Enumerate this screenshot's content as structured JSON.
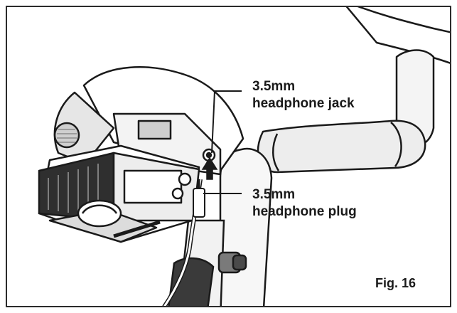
{
  "callouts": {
    "jack_line1": "3.5mm",
    "jack_line2": "headphone jack",
    "plug_line1": "3.5mm",
    "plug_line2": "headphone plug"
  },
  "figure": {
    "label": "Fig. 16"
  },
  "colors": {
    "line": "#1a1a1a",
    "shade": "#6e6e6e",
    "dark": "#2a2a2a",
    "light": "#d9d9d9",
    "paper": "#ffffff"
  },
  "icons": [
    "up-arrow-icon"
  ]
}
